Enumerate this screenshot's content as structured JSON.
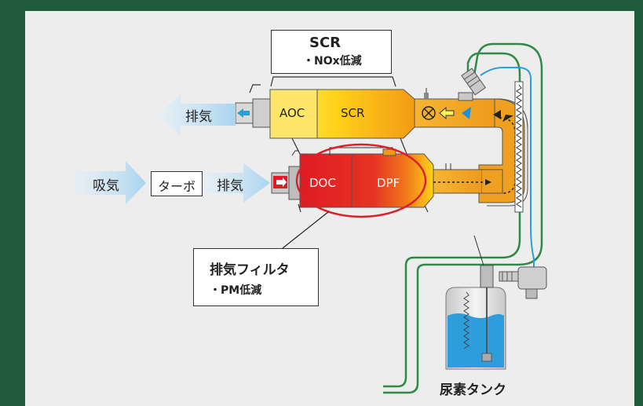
{
  "labels": {
    "scr_title": "SCR",
    "scr_sub": "・NOx低減",
    "exhaust_out": "排気",
    "aoc": "AOC",
    "scr": "SCR",
    "intake": "吸気",
    "turbo": "ターボ",
    "exhaust_in": "排気",
    "doc": "DOC",
    "dpf": "DPF",
    "filter_title": "排気フィルタ",
    "filter_sub": "・PM低減",
    "urea_tank": "尿素タンク"
  },
  "colors": {
    "background": "#1f5a3a",
    "panel": "#ededed",
    "arrow_blue": "#a9d4ee",
    "pipe_orange": "#f0a020",
    "doc_red": "#e01b24",
    "highlight_ellipse": "#d9222a",
    "hose_green": "#2f8a48",
    "line_blue": "#2aa0d8",
    "tank_liquid": "#2d9ddb"
  }
}
